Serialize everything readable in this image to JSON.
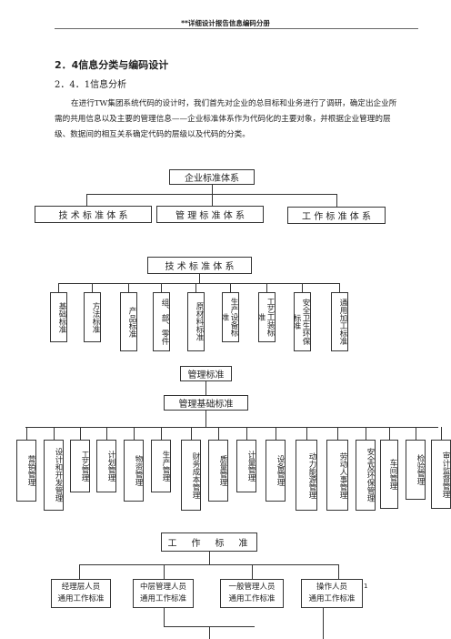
{
  "header": {
    "text": "**详细设计报告信息编码分册"
  },
  "section": {
    "title": "2．4信息分类与编码设计",
    "subtitle": "2．4．1信息分析",
    "paragraph": "在进行TW集团系统代码的设计时，我们首先对企业的总目标和业务进行了调研，确定出企业所需的共用信息以及主要的管理信息——企业标准体系作为代码化的主要对象，并根据企业管理的层级、数据间的相互关系确定代码的层级以及代码的分类。"
  },
  "diagram1": {
    "root": "企业标准体系",
    "children": [
      "技 术 标 准 体 系",
      "管 理 标 准 体 系",
      "工 作 标 准 体 系"
    ]
  },
  "diagram2": {
    "root": "技 术 标 准 体 系",
    "children": [
      "基础标准",
      "方法标准",
      "产品标准",
      "组、部、零件",
      "原材料标准",
      "生产设备标准",
      "工艺工装标准",
      "安全卫生环保标准",
      "通用加工标准"
    ]
  },
  "diagram3": {
    "root": "管理标准",
    "sub": "管理基础标准",
    "children": [
      "营销管理",
      "设计和开发管理",
      "工艺管理",
      "计划管理",
      "物资管理",
      "生产管理",
      "财务成本管理",
      "质量管理",
      "计量管理",
      "设备管理",
      "动力能源管理",
      "劳动人事管理",
      "安全及环保管理",
      "车间管理",
      "检验管理",
      "审计监督管理"
    ]
  },
  "diagram4": {
    "root": "工　作　标　准",
    "children": [
      "经理层人员\n通用工作标准",
      "中层管理人员\n通用工作标准",
      "一般管理人员\n通用工作标准",
      "操作人员\n通用工作标准"
    ]
  },
  "page_number": "1"
}
